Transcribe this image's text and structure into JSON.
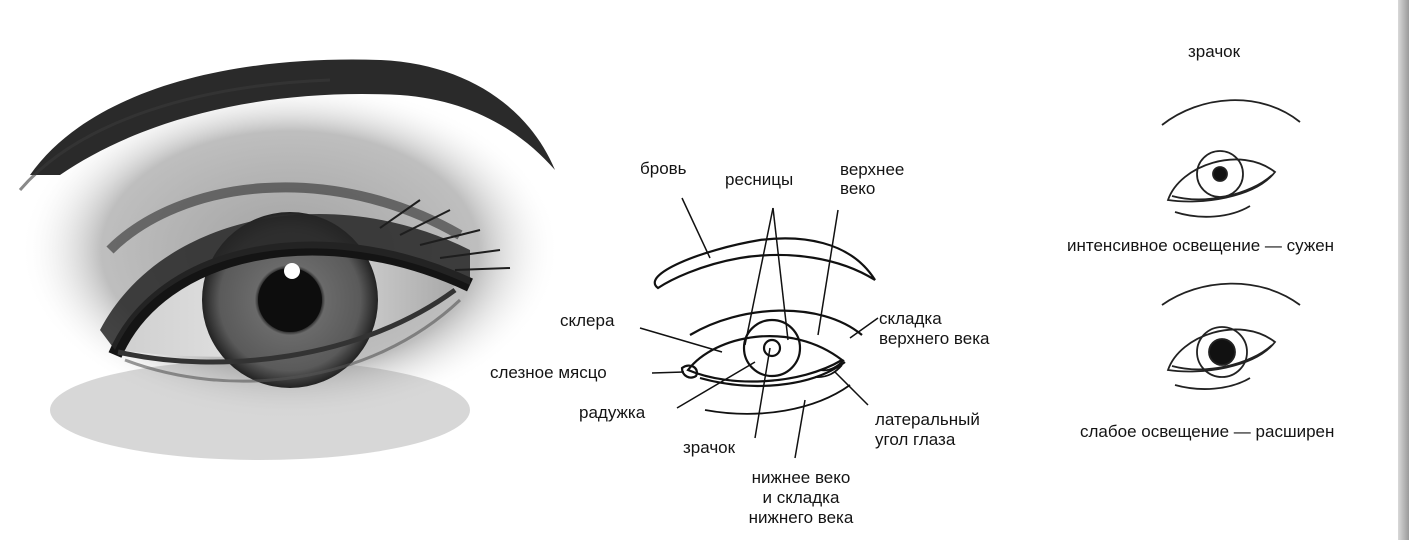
{
  "diagram": {
    "labels": {
      "brow": "бровь",
      "eyelashes": "ресницы",
      "upper_lid": "верхнее\nвеко",
      "sclera": "склера",
      "upper_lid_fold": "складка\nверхнего века",
      "lacrimal_caruncle": "слезное мясцо",
      "iris": "радужка",
      "lateral_corner": "латеральный\nугол глаза",
      "pupil": "зрачок",
      "lower_lid": "нижнее веко\nи складка\nнижнего века"
    }
  },
  "pupil_panel": {
    "title": "зрачок",
    "bright_caption_visible": "интенсивное освещение — сужен",
    "dim_caption_visible": "слабое освещение — расширен"
  }
}
